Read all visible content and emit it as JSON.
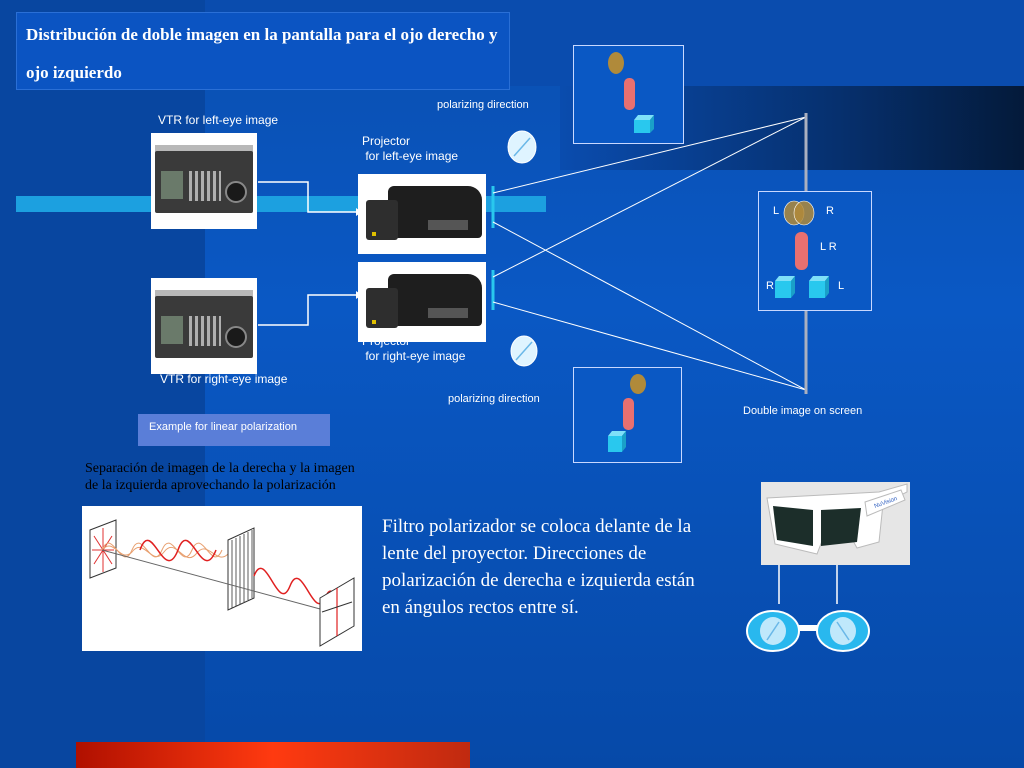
{
  "title": "Distribución de doble imagen en la pantalla para el ojo derecho y ojo izquierdo",
  "labels": {
    "vtr_left": "VTR for left-eye image",
    "vtr_right": "VTR for right-eye image",
    "projector_left": "Projector\n for left-eye image",
    "projector_right": "Projector\n for right-eye image",
    "polarizing_top": "polarizing direction",
    "polarizing_bottom": "polarizing direction",
    "screen": "Double image on screen",
    "example": "Example for linear polarization"
  },
  "screen_box": {
    "L1": "L",
    "R1": "R",
    "LR": "L R",
    "R2": "R",
    "L2": "L"
  },
  "spanish_note": "Separación de imagen de la derecha y la imagen de la izquierda aprovechando la polarización",
  "description": "Filtro polarizador se coloca delante de la lente del proyector. Direcciones de polarización de derecha e izquierda están en ángulos rectos entre sí.",
  "colors": {
    "background": "#0a55bd",
    "accent_cyan": "#1ca0e0",
    "accent_red": "#e02a10",
    "cylinder": "#e87070",
    "cube": "#29c8ee",
    "sphere": "#b08a3a"
  }
}
